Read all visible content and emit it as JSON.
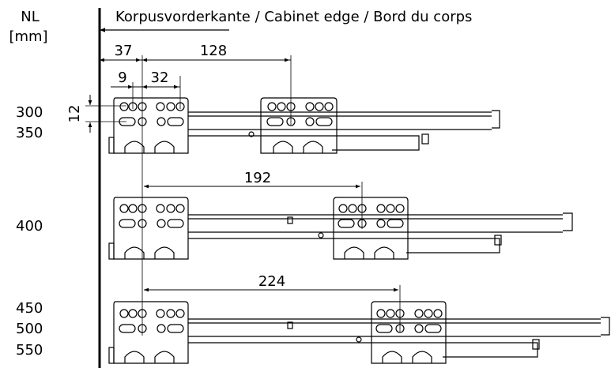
{
  "nl_label": "NL",
  "nl_unit": "[mm]",
  "edge_label": "Korpusvorderkante / Cabinet edge / Bord du corps",
  "dims": {
    "d37": "37",
    "d128": "128",
    "d9": "9",
    "d32": "32",
    "d12": "12",
    "d192": "192",
    "d224": "224"
  },
  "lengths": {
    "row1": [
      "300",
      "350"
    ],
    "row2": [
      "400"
    ],
    "row3": [
      "450",
      "500",
      "550"
    ]
  },
  "colors": {
    "line": "#000000",
    "background": "#ffffff"
  }
}
